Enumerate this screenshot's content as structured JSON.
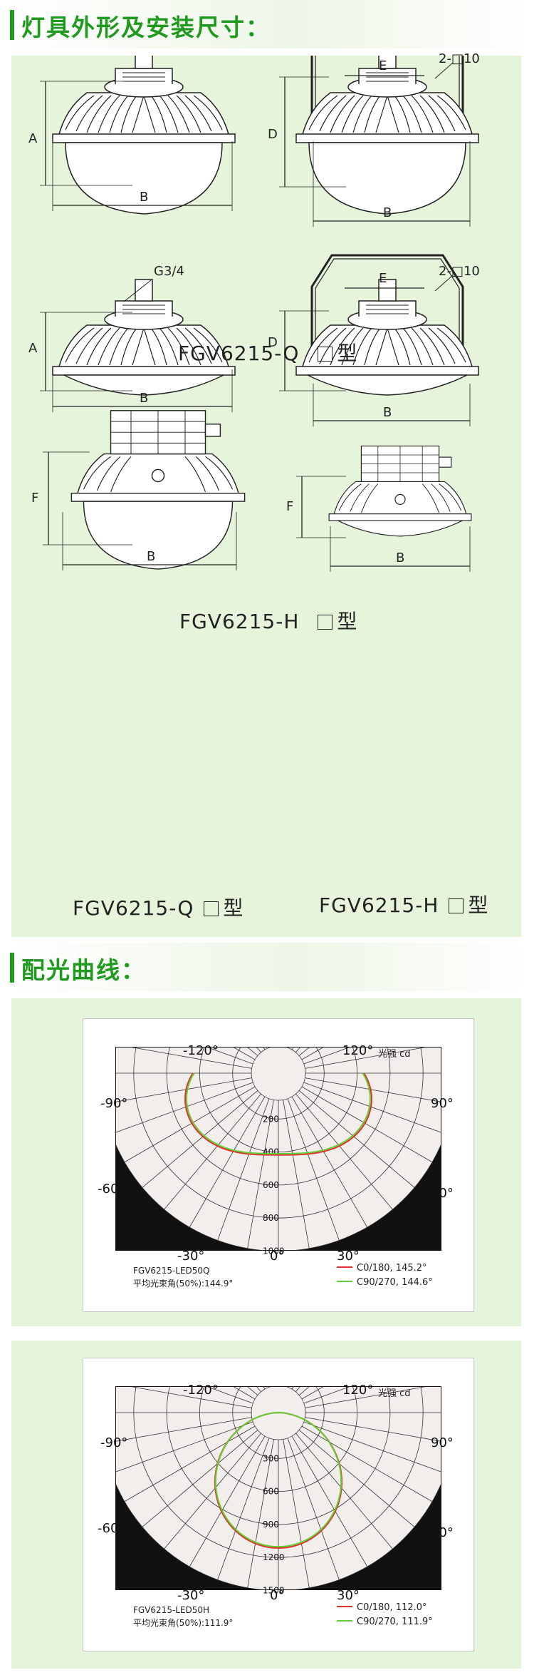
{
  "section1": {
    "title": "灯具外形及安装尺寸："
  },
  "section2": {
    "title": "配光曲线："
  },
  "dims": {
    "A": "A",
    "B": "B",
    "D": "D",
    "E": "E",
    "F": "F",
    "hole": "2-□10",
    "thread": "G3/4"
  },
  "models": {
    "q_type": "FGV6215-Q",
    "h_type": "FGV6215-H",
    "suffix": "型"
  },
  "curve1": {
    "model": "FGV6215-LED50Q",
    "beam_angle": "平均光束角(50%):144.9°",
    "unit": "光强 cd",
    "angles": [
      "-120°",
      "120°",
      "-90°",
      "90°",
      "-60°",
      "60°",
      "-30°",
      "30°",
      "0°"
    ],
    "rings": [
      "200",
      "400",
      "600",
      "800",
      "1000"
    ],
    "legend": [
      {
        "label": "C0/180,  145.2°",
        "color": "#e03030"
      },
      {
        "label": "C90/270,  144.6°",
        "color": "#66cc33"
      }
    ]
  },
  "curve2": {
    "model": "FGV6215-LED50H",
    "beam_angle": "平均光束角(50%):111.9°",
    "unit": "光强 cd",
    "angles": [
      "-120°",
      "120°",
      "-90°",
      "90°",
      "-60°",
      "60°",
      "-30°",
      "30°",
      "0°"
    ],
    "rings": [
      "300",
      "600",
      "900",
      "1200",
      "1500"
    ],
    "legend": [
      {
        "label": "C0/180,  112.0°",
        "color": "#e03030"
      },
      {
        "label": "C90/270,  111.9°",
        "color": "#66cc33"
      }
    ]
  },
  "colors": {
    "accent": "#1f9a1f",
    "panel": "#e6f4dc",
    "curve_red": "#e03030",
    "curve_green": "#66cc33"
  }
}
